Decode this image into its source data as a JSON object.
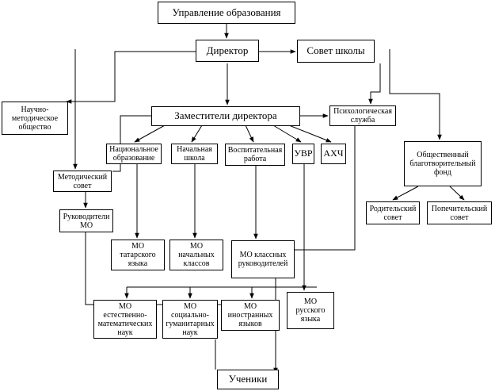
{
  "diagram": {
    "nodes": {
      "management": "Управление образования",
      "director": "Директор",
      "school_council": "Совет школы",
      "science_society": "Научно-\nметодическое\nобщество",
      "deputies": "Заместители директора",
      "psych_service": "Психологическая\nслужба",
      "national_edu": "Национальное\nобразование",
      "primary_school": "Начальная\nшкола",
      "educational_work": "Воспитательная\nработа",
      "uvr": "УВР",
      "ahch": "АХЧ",
      "public_fund": "Общественный\nблаготворительный\nфонд",
      "method_council": "Методический\nсовет",
      "mo_heads": "Руководители\nМО",
      "parent_council": "Родительский\nсовет",
      "trustee_council": "Попечительский\nсовет",
      "mo_tatar": "МО\nтатарского\nязыка",
      "mo_primary": "МО\nначальных\nклассов",
      "mo_class_heads": "МО классных\nруководителей",
      "mo_science": "МО\nестественно-\nматематических\nнаук",
      "mo_humanities": "МО\nсоциально-\nгуманитарных\nнаук",
      "mo_foreign": "МО\nиностранных\nязыков",
      "mo_russian": "МО\nрусского\nязыка",
      "students": "Ученики"
    }
  }
}
